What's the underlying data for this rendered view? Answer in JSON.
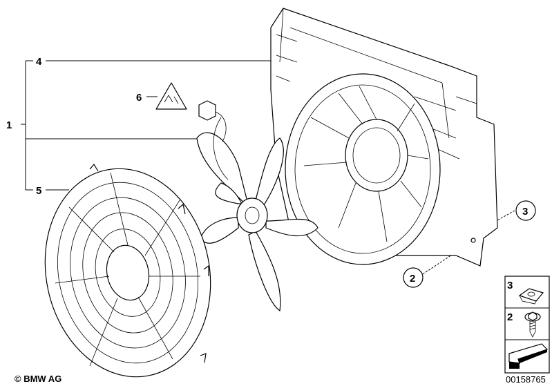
{
  "callouts": {
    "p1": "1",
    "p4": "4",
    "p5": "5",
    "p6": "6",
    "p3": "3",
    "p2": "2"
  },
  "legend": {
    "item_3": "3",
    "item_2": "2"
  },
  "copyright": "© BMW AG",
  "diagram_number": "00158765"
}
